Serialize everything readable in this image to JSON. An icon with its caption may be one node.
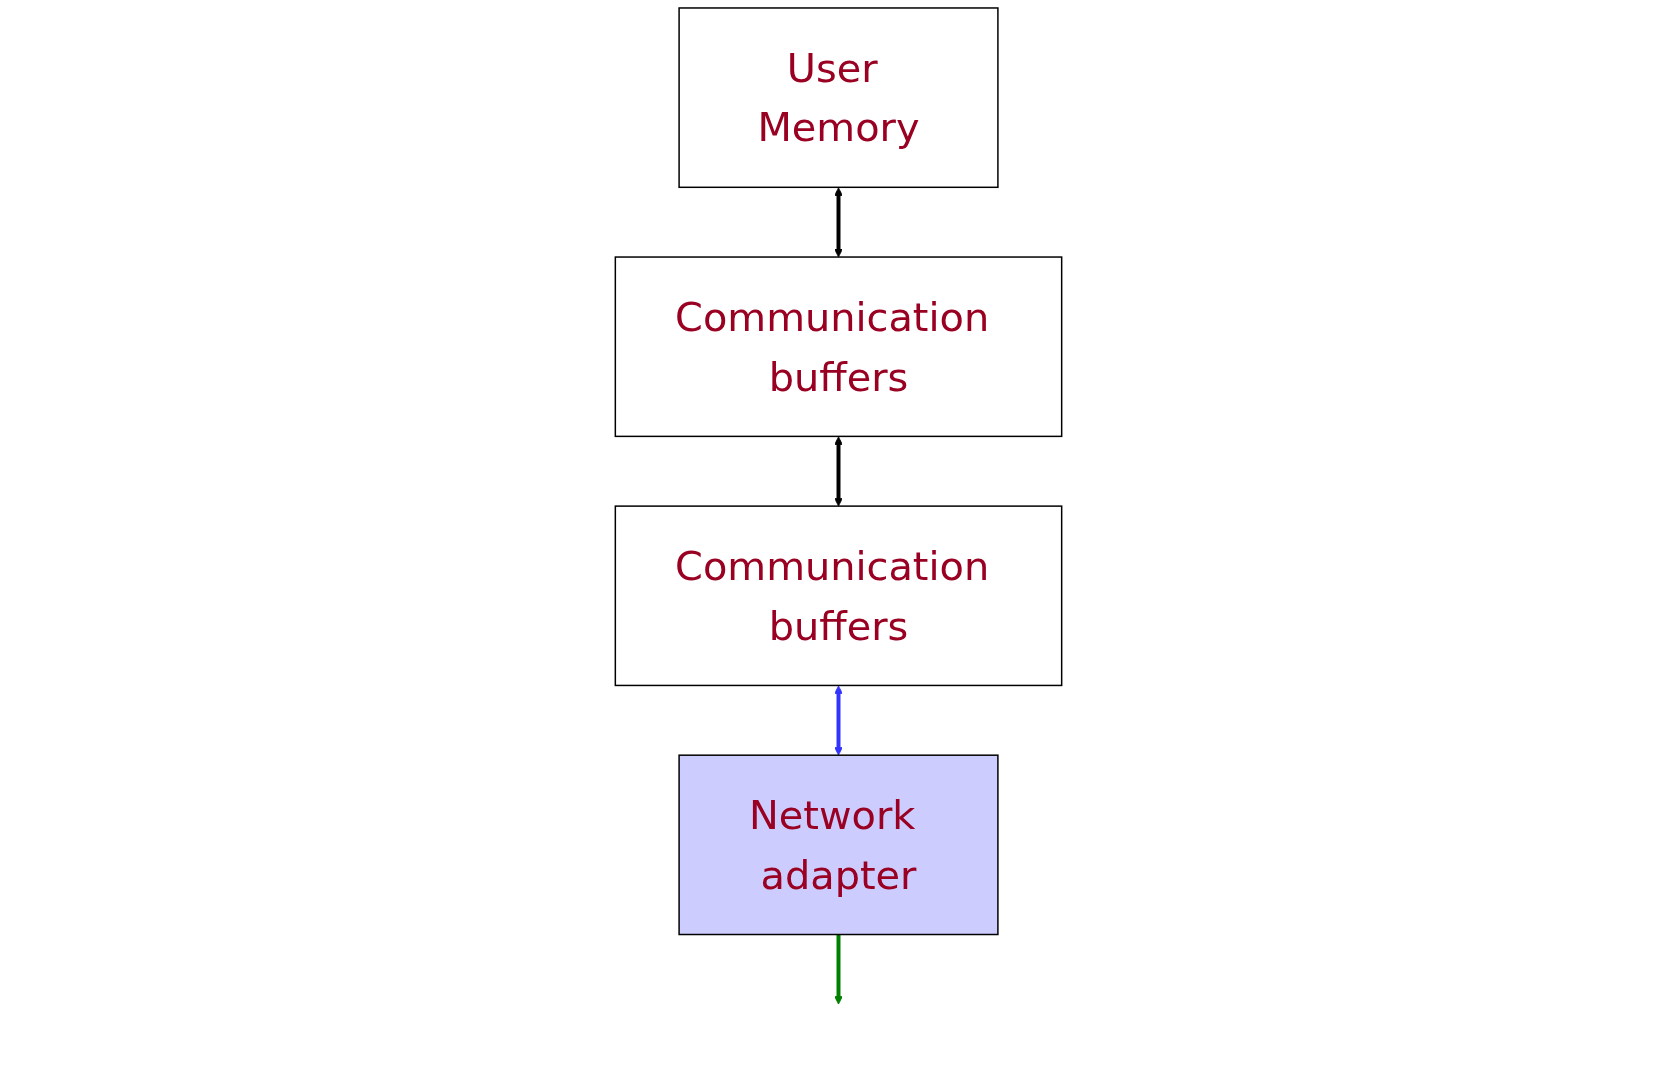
{
  "diagram": {
    "nodes": [
      {
        "text": [
          "User Memory"
        ]
      },
      {
        "text": [
          "Communication buffers"
        ]
      },
      {
        "text": [
          "Communication buffers"
        ]
      },
      {
        "text": [
          "Network adapter"
        ]
      }
    ],
    "edges": [
      {
        "from": 0,
        "to": 1,
        "arrow": "both"
      },
      {
        "from": 1,
        "to": 2,
        "arrow": "both"
      },
      {
        "from": 2,
        "to": 3,
        "arrow": "both",
        "color": "#3333ff"
      },
      {
        "from": 3,
        "to": null,
        "arrow": "to",
        "color": "#008000"
      }
    ]
  }
}
